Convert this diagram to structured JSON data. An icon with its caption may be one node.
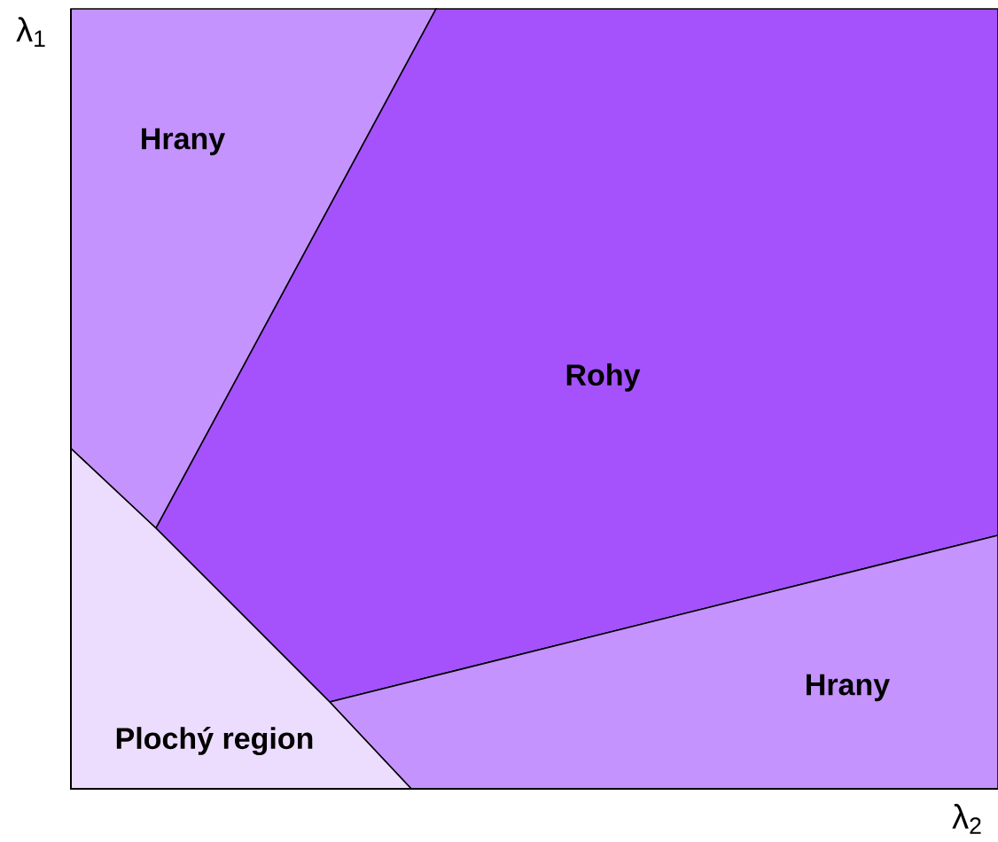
{
  "diagram": {
    "nodes": [
      {
        "text": [
          "Hrany"
        ]
      },
      {
        "text": [
          "Rohy"
        ]
      },
      {
        "text": [
          "Hrany"
        ]
      },
      {
        "text": [
          "Plochý region"
        ]
      }
    ],
    "labels": [
      "λ$_{1}$",
      "λ$_{2}$"
    ]
  }
}
